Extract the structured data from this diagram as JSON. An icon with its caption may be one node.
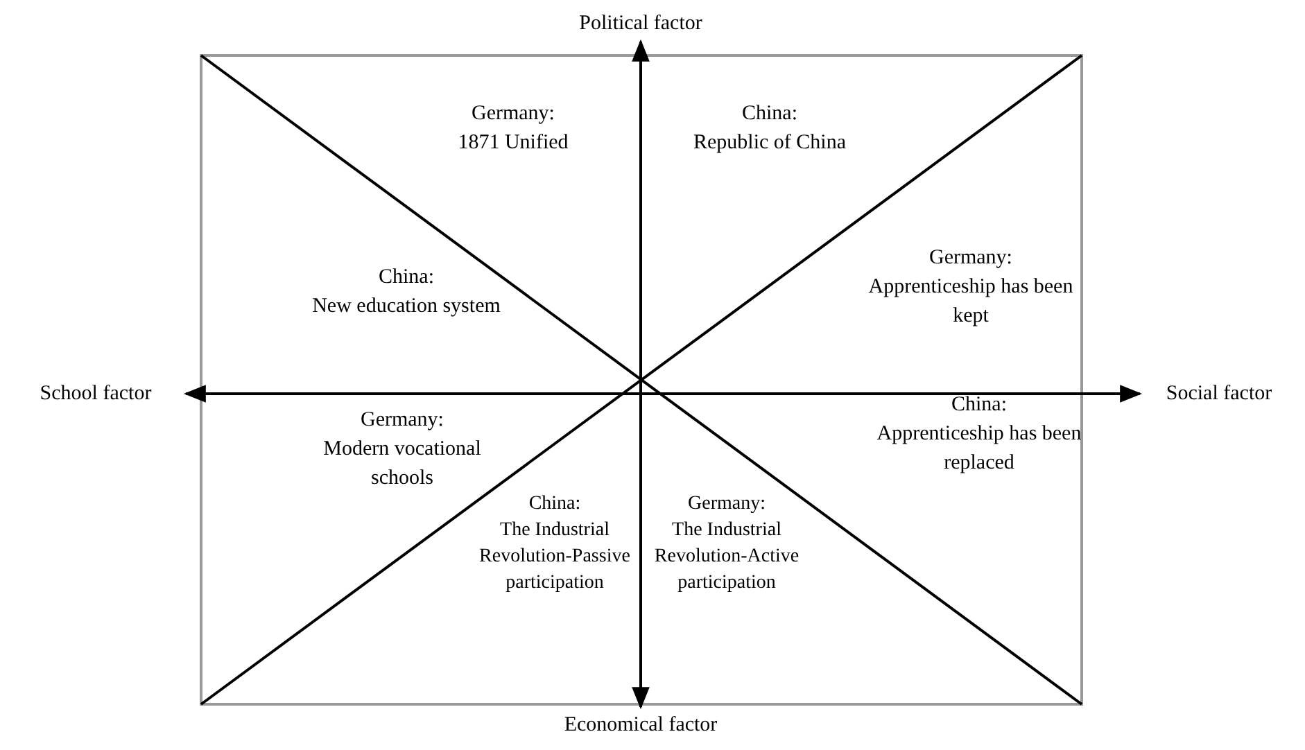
{
  "diagram": {
    "nodes": [
      {
        "text": [
          "Political factor"
        ]
      },
      {
        "text": [
          "Economical factor"
        ]
      },
      {
        "text": [
          "School factor"
        ]
      },
      {
        "text": [
          "Social factor"
        ]
      }
    ],
    "edges": [
      {
        "from": 0,
        "to": 1,
        "arrow": "both"
      },
      {
        "from": 2,
        "to": 3,
        "arrow": "both"
      }
    ],
    "labels": [
      "Germany:",
      "1871 Unified",
      "China:",
      "Republic of China",
      "Germany:",
      "Apprenticeship has been kept",
      "China:",
      "New education system",
      "Germany:",
      "Modern vocational schools",
      "China:",
      "Apprenticeship has been replaced",
      "China:",
      "The Industrial Revolution-Passive participation",
      "Germany:",
      "The Industrial Revolution-Active participation"
    ]
  }
}
